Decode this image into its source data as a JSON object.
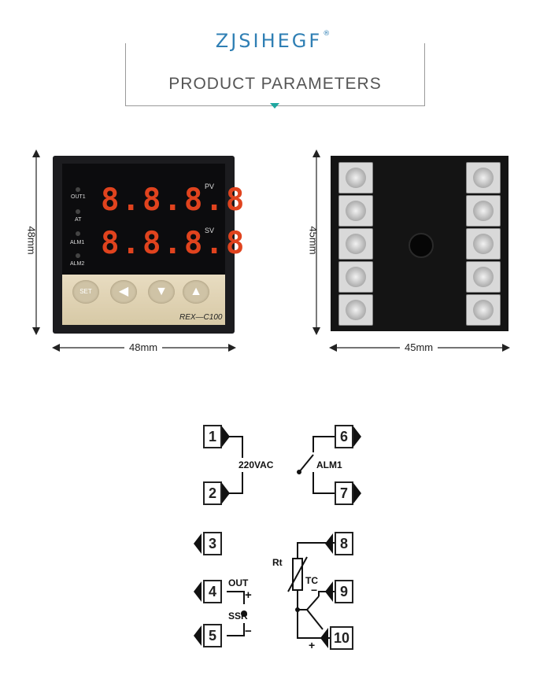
{
  "header": {
    "brand": "ZJSIHEGF",
    "reg_mark": "®",
    "subtitle": "PRODUCT PARAMETERS"
  },
  "front": {
    "height_label": "48mm",
    "width_label": "48mm",
    "indicators": [
      "OUT1",
      "AT",
      "ALM1",
      "ALM2"
    ],
    "pv_label": "PV",
    "sv_label": "SV",
    "pv_digits": "8.8.8.8",
    "sv_digits": "8.8.8.8",
    "set_key": "SET",
    "model": "REX—C100"
  },
  "back": {
    "height_label": "45mm",
    "width_label": "45mm"
  },
  "wiring": {
    "terminals": [
      "1",
      "2",
      "3",
      "4",
      "5",
      "6",
      "7",
      "8",
      "9",
      "10"
    ],
    "power": "220VAC",
    "alarm": "ALM1",
    "out": "OUT",
    "ssr": "SSR",
    "rt": "Rt",
    "tc": "TC",
    "plus": "+",
    "minus": "−"
  }
}
